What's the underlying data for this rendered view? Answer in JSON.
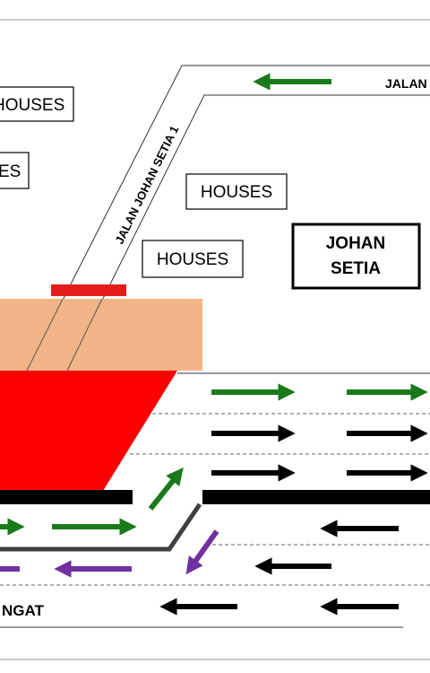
{
  "labels": {
    "houses_1": "HOUSES",
    "houses_2": "ES",
    "houses_3": "HOUSES",
    "houses_4": "HOUSES",
    "johan_setia_line1": "JOHAN",
    "johan_setia_line2": "SETIA",
    "road_johan_setia_1": "JALAN JOHAN SETIA 1",
    "road_top_right": "JALAN",
    "road_bottom_left": "NGAT"
  },
  "colors": {
    "flow_green": "#1a7a1a",
    "flow_black": "#000000",
    "flow_purple": "#7030a0",
    "blocked_area": "#ff0000",
    "zone_fill": "#f0b487",
    "barrier_red": "#e51c1c",
    "divider_dark": "#404040"
  },
  "arrows": {
    "green": "green-arrow-icon",
    "black": "black-arrow-icon",
    "purple": "purple-arrow-icon"
  }
}
